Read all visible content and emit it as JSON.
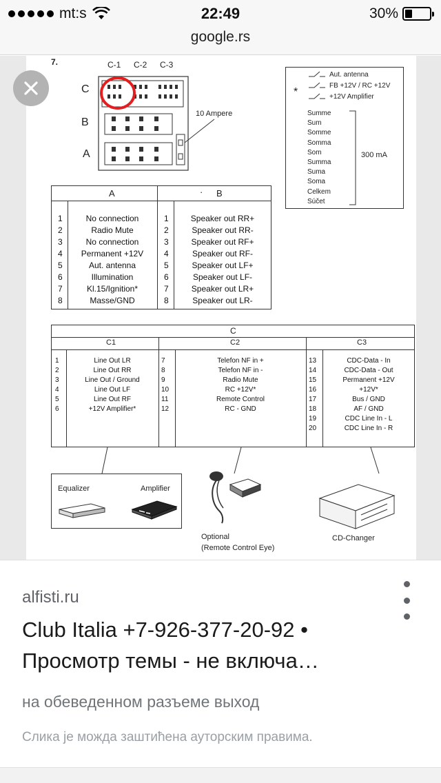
{
  "status_bar": {
    "carrier": "mt:s",
    "time": "22:49",
    "battery_text": "30%",
    "battery_level": 0.3
  },
  "url_bar": {
    "host": "google.rs"
  },
  "diagram": {
    "figure_number": "7.",
    "connector_labels": {
      "c1": "C-1",
      "c2": "C-2",
      "c3": "C-3",
      "row_c": "C",
      "row_b": "B",
      "row_a": "A"
    },
    "fuse_label": "10 Ampere",
    "legend": {
      "line1": "Aut. antenna",
      "line2": "FB +12V / RC +12V",
      "line3": "+12V Amplifier",
      "star": "*",
      "languages": [
        "Summe",
        "Sum",
        "Somme",
        "Somma",
        "Som",
        "Summa",
        "Suma",
        "Soma",
        "Celkem",
        "Súčet"
      ],
      "current": "300 mA"
    },
    "table_ab": {
      "header_a": "A",
      "header_b": "B",
      "header_b_mark": "·",
      "rows": [
        {
          "n": "1",
          "a": "No connection",
          "b": "Speaker out RR+"
        },
        {
          "n": "2",
          "a": "Radio Mute",
          "b": "Speaker out RR-"
        },
        {
          "n": "3",
          "a": "No connection",
          "b": "Speaker out RF+"
        },
        {
          "n": "4",
          "a": "Permanent +12V",
          "b": "Speaker out RF-"
        },
        {
          "n": "5",
          "a": "Aut. antenna",
          "b": "Speaker out LF+"
        },
        {
          "n": "6",
          "a": "Illumination",
          "b": "Speaker out LF-"
        },
        {
          "n": "7",
          "a": "Kl.15/Ignition*",
          "b": "Speaker out LR+"
        },
        {
          "n": "8",
          "a": "Masse/GND",
          "b": "Speaker out LR-"
        }
      ]
    },
    "table_c": {
      "header": "C",
      "sub1": "C1",
      "sub2": "C2",
      "sub3": "C3",
      "c1": [
        {
          "n": "1",
          "t": "Line Out LR"
        },
        {
          "n": "2",
          "t": "Line Out RR"
        },
        {
          "n": "3",
          "t": "Line Out / Ground"
        },
        {
          "n": "4",
          "t": "Line Out LF"
        },
        {
          "n": "5",
          "t": "Line Out RF"
        },
        {
          "n": "6",
          "t": "+12V Amplifier*"
        }
      ],
      "c2": [
        {
          "n": "7",
          "t": "Telefon NF in +"
        },
        {
          "n": "8",
          "t": "Telefon NF in -"
        },
        {
          "n": "9",
          "t": "Radio Mute"
        },
        {
          "n": "10",
          "t": "RC +12V*"
        },
        {
          "n": "11",
          "t": "Remote Control"
        },
        {
          "n": "12",
          "t": "RC - GND"
        }
      ],
      "c3": [
        {
          "n": "13",
          "t": "CDC-Data - In"
        },
        {
          "n": "14",
          "t": "CDC-Data - Out"
        },
        {
          "n": "15",
          "t": "Permanent +12V"
        },
        {
          "n": "16",
          "t": "+12V*"
        },
        {
          "n": "17",
          "t": "Bus / GND"
        },
        {
          "n": "18",
          "t": "AF / GND"
        },
        {
          "n": "19",
          "t": "CDC Line In - L"
        },
        {
          "n": "20",
          "t": "CDC Line In - R"
        }
      ]
    },
    "devices": {
      "equalizer": "Equalizer",
      "amplifier": "Amplifier",
      "optional": "Optional",
      "remote_eye": "(Remote Control Eye)",
      "cd_changer": "CD-Changer"
    }
  },
  "result_card": {
    "domain": "alfisti.ru",
    "title": "Club Italia +7-926-377-20-92 • Просмотр темы - не включа…",
    "description": "на обеведенном разъеме выход",
    "copyright": "Слика је можда заштићена ауторским правима."
  },
  "icons": [
    "signal-dots-icon",
    "wifi-icon",
    "battery-icon",
    "close-icon",
    "more-vert-icon"
  ]
}
